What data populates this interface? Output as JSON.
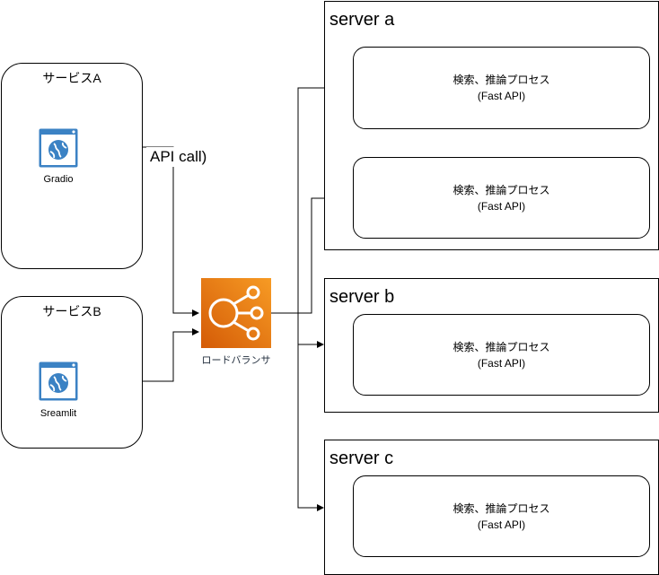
{
  "services": [
    {
      "title": "サービスA",
      "app_label": "Gradio"
    },
    {
      "title": "サービスB",
      "app_label": "Sreamlit"
    }
  ],
  "connector_label": "API call)",
  "load_balancer": {
    "label": "ロードバランサ",
    "icon": "elastic-load-balancer-icon"
  },
  "servers": [
    {
      "title": "server a",
      "processes": [
        {
          "line1": "検索、推論プロセス",
          "line2": "(Fast API)"
        },
        {
          "line1": "検索、推論プロセス",
          "line2": "(Fast API)"
        }
      ]
    },
    {
      "title": "server b",
      "processes": [
        {
          "line1": "検索、推論プロセス",
          "line2": "(Fast API)"
        }
      ]
    },
    {
      "title": "server c",
      "processes": [
        {
          "line1": "検索、推論プロセス",
          "line2": "(Fast API)"
        }
      ]
    }
  ],
  "colors": {
    "app_icon_blue": "#3b82c4",
    "lb_orange_top": "#f79b24",
    "lb_orange_bottom": "#d45b07"
  }
}
